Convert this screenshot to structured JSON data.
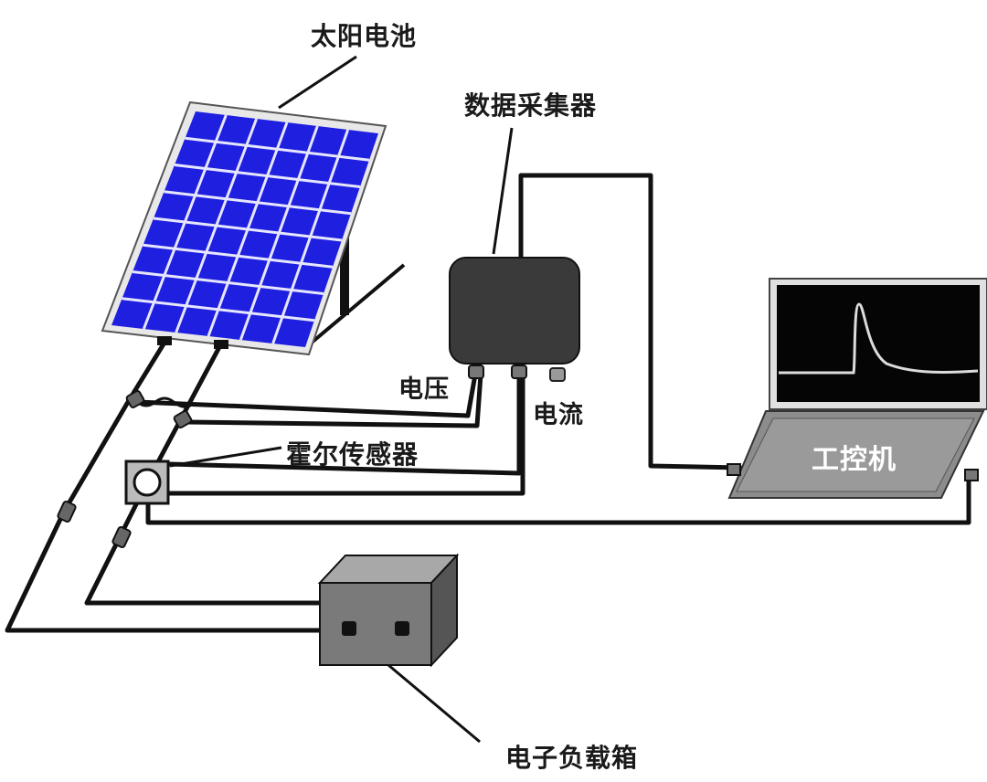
{
  "labels": {
    "solar_panel": "太阳电池",
    "data_logger": "数据采集器",
    "voltage_port": "电压",
    "current_port": "电流",
    "hall_sensor": "霍尔传感器",
    "industrial_pc": "工控机",
    "electronic_load": "电子负载箱"
  },
  "colors": {
    "panel_blue": "#1f1fe0",
    "panel_grid": "#e6e6ff",
    "device_dark": "#3a3a3a",
    "load_box": "#7a7a7a",
    "wire": "#111111",
    "screen_bg": "#050505",
    "trace": "#dcdcdc",
    "laptop_base": "#8c8c8c"
  }
}
